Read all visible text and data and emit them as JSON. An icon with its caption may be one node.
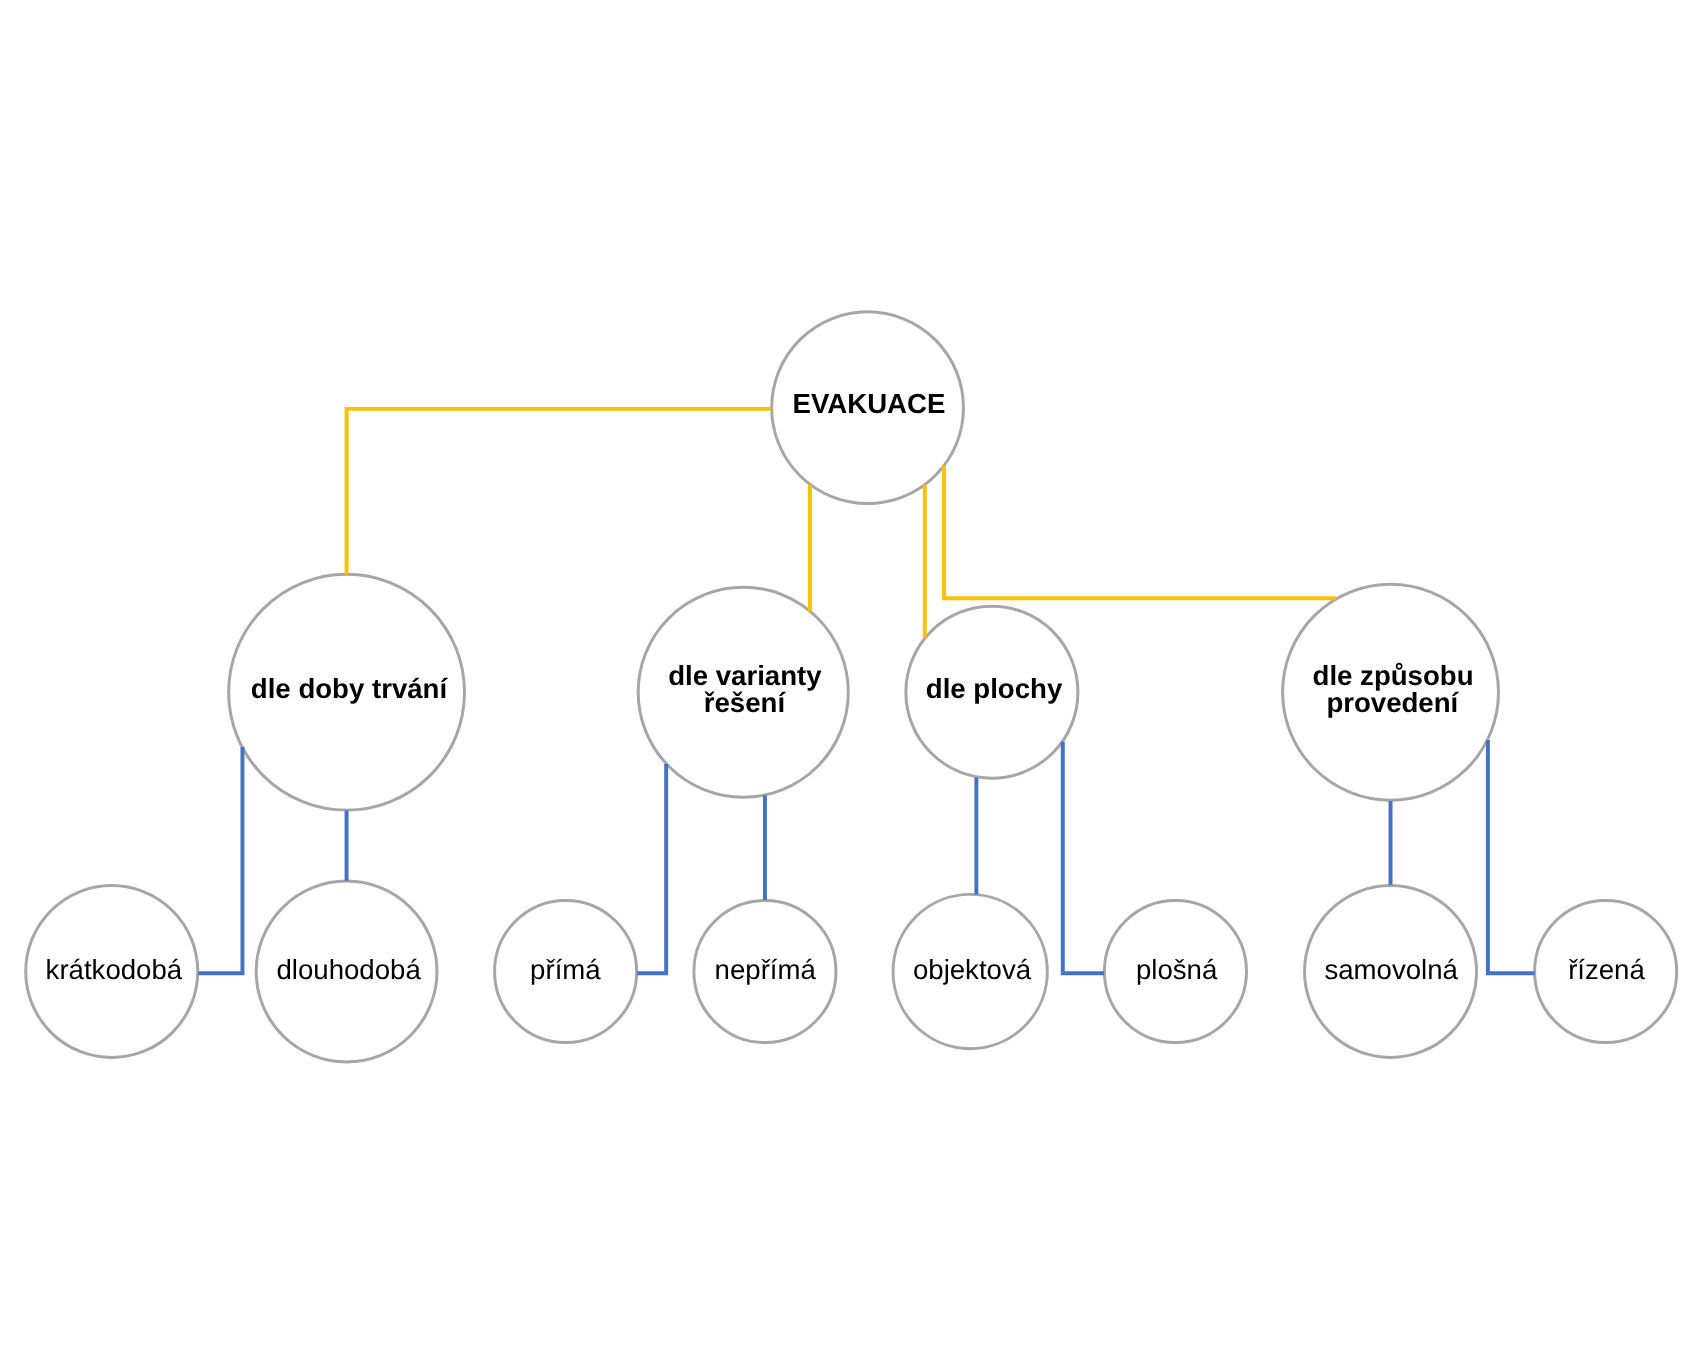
{
  "diagram": {
    "nodes": [
      {
        "text": [
          "EVAKUACE"
        ]
      },
      {
        "text": [
          "dle doby trvání"
        ]
      },
      {
        "text": [
          "krátkodobá"
        ]
      },
      {
        "text": [
          "dlouhodobá"
        ]
      },
      {
        "text": [
          "dle varianty řešení"
        ]
      },
      {
        "text": [
          "přímá"
        ]
      },
      {
        "text": [
          "nepřímá"
        ]
      },
      {
        "text": [
          "dle plochy"
        ]
      },
      {
        "text": [
          "objektová"
        ]
      },
      {
        "text": [
          "plošná"
        ]
      },
      {
        "text": [
          "dle způsobu provedení"
        ]
      },
      {
        "text": [
          "samovolná"
        ]
      },
      {
        "text": [
          "řízená"
        ]
      }
    ],
    "edges": [
      {
        "from": 0,
        "to": 1,
        "arrow": "none",
        "color": "#ffc000"
      },
      {
        "from": 0,
        "to": 4,
        "arrow": "none",
        "color": "#ffc000"
      },
      {
        "from": 1,
        "to": 2,
        "arrow": "none"
      },
      {
        "from": 1,
        "to": 3,
        "arrow": "none"
      },
      {
        "from": 4,
        "to": 5,
        "arrow": "none"
      },
      {
        "from": 4,
        "to": 6,
        "arrow": "none"
      },
      {
        "from": 0,
        "to": 7,
        "arrow": "none",
        "color": "#ffc000"
      },
      {
        "from": 0,
        "to": 10,
        "arrow": "none",
        "color": "#ffc000"
      },
      {
        "from": 7,
        "to": 8,
        "arrow": "none"
      },
      {
        "from": 7,
        "to": 9,
        "arrow": "none"
      },
      {
        "from": 10,
        "to": 11,
        "arrow": "none"
      },
      {
        "from": 10,
        "to": 12,
        "arrow": "none"
      }
    ]
  }
}
